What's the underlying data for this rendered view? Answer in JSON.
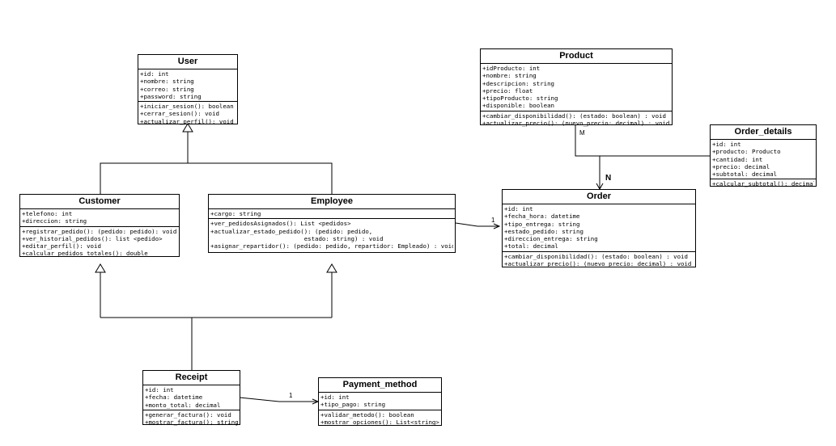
{
  "classes": {
    "user": {
      "name": "User",
      "attributes": [
        "+id: int",
        "+nombre: string",
        "+correo: string",
        "+password: string"
      ],
      "methods": [
        "+iniciar_sesion(): boolean",
        "+cerrar_sesion(): void",
        "+actualizar_perfil(): void"
      ]
    },
    "product": {
      "name": "Product",
      "attributes": [
        "+idProducto: int",
        "+nombre: string",
        "+descripcion: string",
        "+precio: float",
        "+tipoProducto: string",
        "+disponible: boolean"
      ],
      "methods": [
        "+cambiar_disponibilidad(): (estado: boolean) : void",
        "+actualizar_precio(): (nuevo_precio: decimal) : void"
      ]
    },
    "order_details": {
      "name": "Order_details",
      "attributes": [
        "+id: int",
        "+producto: Producto",
        "+cantidad: int",
        "+precio: decimal",
        "+subtotal: decimal"
      ],
      "methods": [
        "+calcular_subtotal(): decimal"
      ]
    },
    "customer": {
      "name": "Customer",
      "attributes": [
        "+telefono: int",
        "+direccion: string"
      ],
      "methods": [
        "+registrar_pedido(): (pedido: pedido): void",
        "+ver_historial_pedidos(): list <pedido>",
        "+editar_perfil(): void",
        "+calcular_pedidos_totales(): double"
      ]
    },
    "employee": {
      "name": "Employee",
      "attributes": [
        "+cargo: string"
      ],
      "methods": [
        "+ver_pedidosAsignados(): List <pedidos>",
        "+actualizar_estado_pedido(): (pedido: pedido,",
        "                          estado: string) : void",
        "+asignar_repartidor(): (pedido: pedido, repartidor: Empleado) : void"
      ]
    },
    "order": {
      "name": "Order",
      "attributes": [
        "+id: int",
        "+fecha_hora: datetime",
        "+tipo_entrega: string",
        "+estado_pedido: string",
        "+direccion_entrega: string",
        "+total: decimal"
      ],
      "methods": [
        "+cambiar_disponibilidad(): (estado: boolean) : void",
        "+actualizar_precio(): (nuevo_precio: decimal) : void"
      ]
    },
    "receipt": {
      "name": "Receipt",
      "attributes": [
        "+id: int",
        "+fecha: datetime",
        "+monto_total: decimal"
      ],
      "methods": [
        "+generar_factura(): void",
        "+mostrar_factura(): string"
      ]
    },
    "payment_method": {
      "name": "Payment_method",
      "attributes": [
        "+id: int",
        "+tipo_pago: string"
      ],
      "methods": [
        "+validar_metodo(): boolean",
        "+mostrar_opciones(): List<string>"
      ]
    }
  },
  "multiplicities": {
    "employee_order": "1",
    "product_m": "M",
    "order_n": "N",
    "receipt_payment": "1"
  },
  "colors": {
    "line": "#000000",
    "background": "#ffffff"
  }
}
